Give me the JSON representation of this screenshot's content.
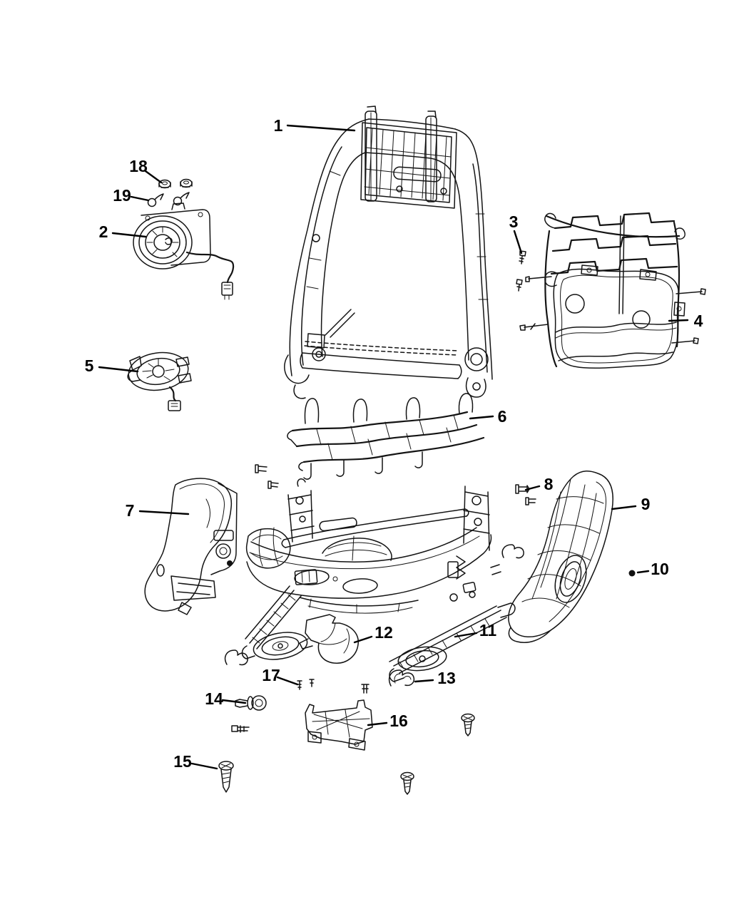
{
  "diagram": {
    "type": "exploded-parts-diagram",
    "colors": {
      "background": "#ffffff",
      "ink": "#000000"
    },
    "callouts": [
      {
        "label": "1"
      },
      {
        "label": "2"
      },
      {
        "label": "3"
      },
      {
        "label": "4"
      },
      {
        "label": "5"
      },
      {
        "label": "6"
      },
      {
        "label": "7"
      },
      {
        "label": "8"
      },
      {
        "label": "9"
      },
      {
        "label": "10"
      },
      {
        "label": "11"
      },
      {
        "label": "12"
      },
      {
        "label": "13"
      },
      {
        "label": "14"
      },
      {
        "label": "15"
      },
      {
        "label": "16"
      },
      {
        "label": "17"
      },
      {
        "label": "18"
      },
      {
        "label": "19"
      }
    ]
  }
}
